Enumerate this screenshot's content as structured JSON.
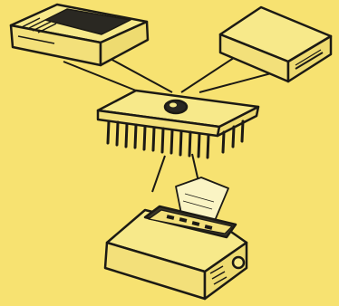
{
  "colors": {
    "background": "#f7e271",
    "ink": "#1c1a14",
    "device_body": "#f7e98a",
    "tape_window": "#2a2822"
  },
  "devices": [
    {
      "kind": "cassette-tape-recorder",
      "connects_to": "microprocessor-chip"
    },
    {
      "kind": "floppy-disk-drive",
      "connects_to": "microprocessor-chip"
    },
    {
      "kind": "microprocessor-chip"
    },
    {
      "kind": "dot-matrix-printer",
      "connects_to": "microprocessor-chip"
    }
  ]
}
